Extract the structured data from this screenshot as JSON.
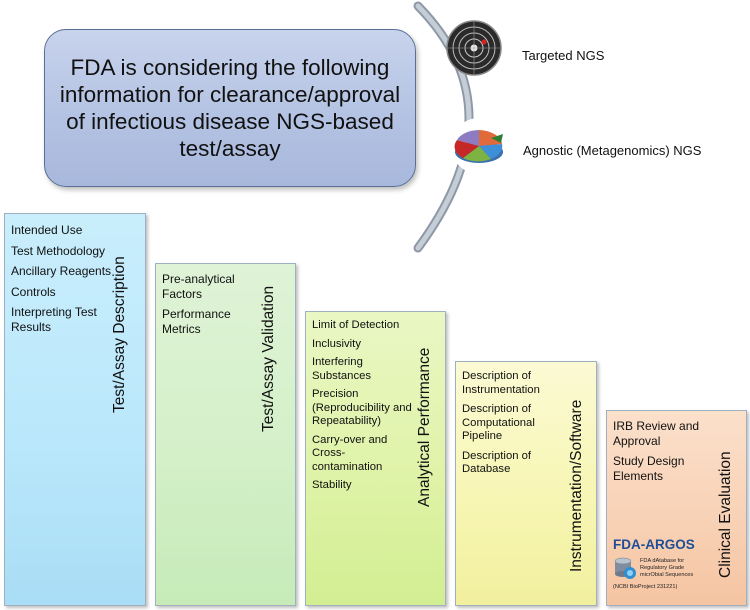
{
  "header": {
    "text": "FDA is considering the following information for clearance/approval of infectious disease NGS-based test/assay"
  },
  "options": [
    {
      "label": "Targeted NGS",
      "icon": "target-icon"
    },
    {
      "label": "Agnostic (Metagenomics) NGS",
      "icon": "pie-chart-icon"
    }
  ],
  "columns": [
    {
      "title": "Test/Assay Description",
      "color": "#b9e7fb",
      "items": [
        "Intended Use",
        "Test Methodology",
        "Ancillary Reagents",
        "Controls",
        "Interpreting Test Results"
      ]
    },
    {
      "title": "Test/Assay Validation",
      "color": "#d4f0c9",
      "items": [
        "Pre-analytical Factors",
        "Performance Metrics"
      ]
    },
    {
      "title": "Analytical Performance",
      "color": "#dff3a8",
      "items": [
        "Limit of Detection",
        "Inclusivity",
        "Interfering Substances",
        "Precision (Reproducibility and Repeatability)",
        "Carry-over and Cross-contamination",
        "Stability"
      ]
    },
    {
      "title": "Instrumentation/Software",
      "color": "#f7f6b4",
      "items": [
        "Description of Instrumentation",
        "Description of Computational Pipeline",
        "Description of Database"
      ]
    },
    {
      "title": "Clinical Evaluation",
      "color": "#f8d2b6",
      "items": [
        "IRB Review and Approval",
        "Study Design Elements"
      ]
    }
  ],
  "logo": {
    "title": "FDA-ARGOS",
    "sub1": "FDA dAtabase for",
    "sub2": "Regulatory Grade",
    "sub3": "micrObial Sequences",
    "foot": "(NCBI BioProject 231221)",
    "icon": "database-icon"
  }
}
